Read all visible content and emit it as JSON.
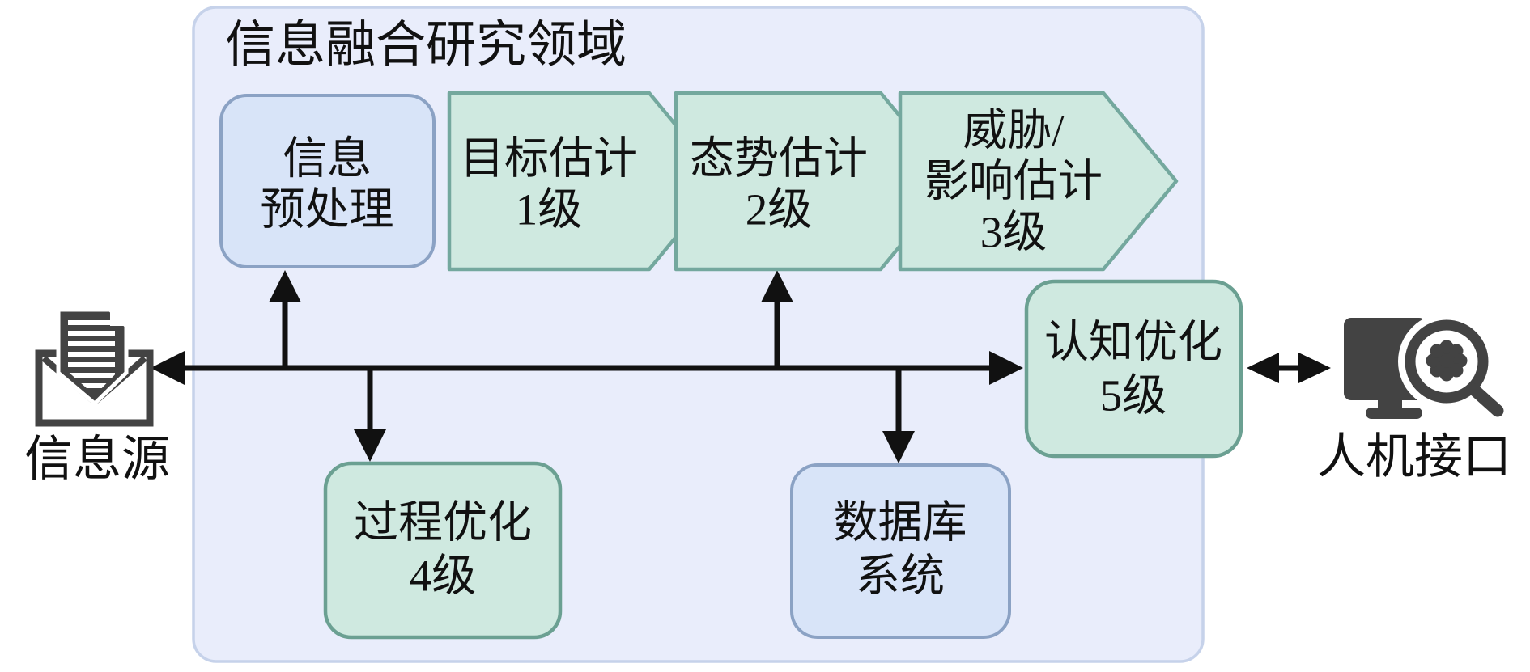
{
  "diagram": {
    "title": "信息融合研究领域",
    "nodes": {
      "source": {
        "label": "信息源",
        "icon": "envelope-document-icon"
      },
      "preprocess": {
        "lines": [
          "信息",
          "预处理"
        ]
      },
      "level1": {
        "lines": [
          "目标估计",
          "1级"
        ]
      },
      "level2": {
        "lines": [
          "态势估计",
          "2级"
        ]
      },
      "level3": {
        "lines": [
          "威胁/",
          "影响估计",
          "3级"
        ]
      },
      "level4": {
        "lines": [
          "过程优化",
          "4级"
        ]
      },
      "level5": {
        "lines": [
          "认知优化",
          "5级"
        ]
      },
      "database": {
        "lines": [
          "数据库",
          "系统"
        ]
      },
      "hmi": {
        "label": "人机接口",
        "icon": "monitor-magnifier-icon"
      }
    },
    "colors": {
      "container_fill": "#e9edfb",
      "container_border": "#c6d2ea",
      "blue_fill": "#d8e4f8",
      "blue_border": "#8ba2c4",
      "green_fill": "#cfe9e0",
      "green_border": "#74a89e",
      "green_border_dark": "#6ba092",
      "arrow": "#111111",
      "icon": "#434343",
      "text": "#111111"
    }
  }
}
